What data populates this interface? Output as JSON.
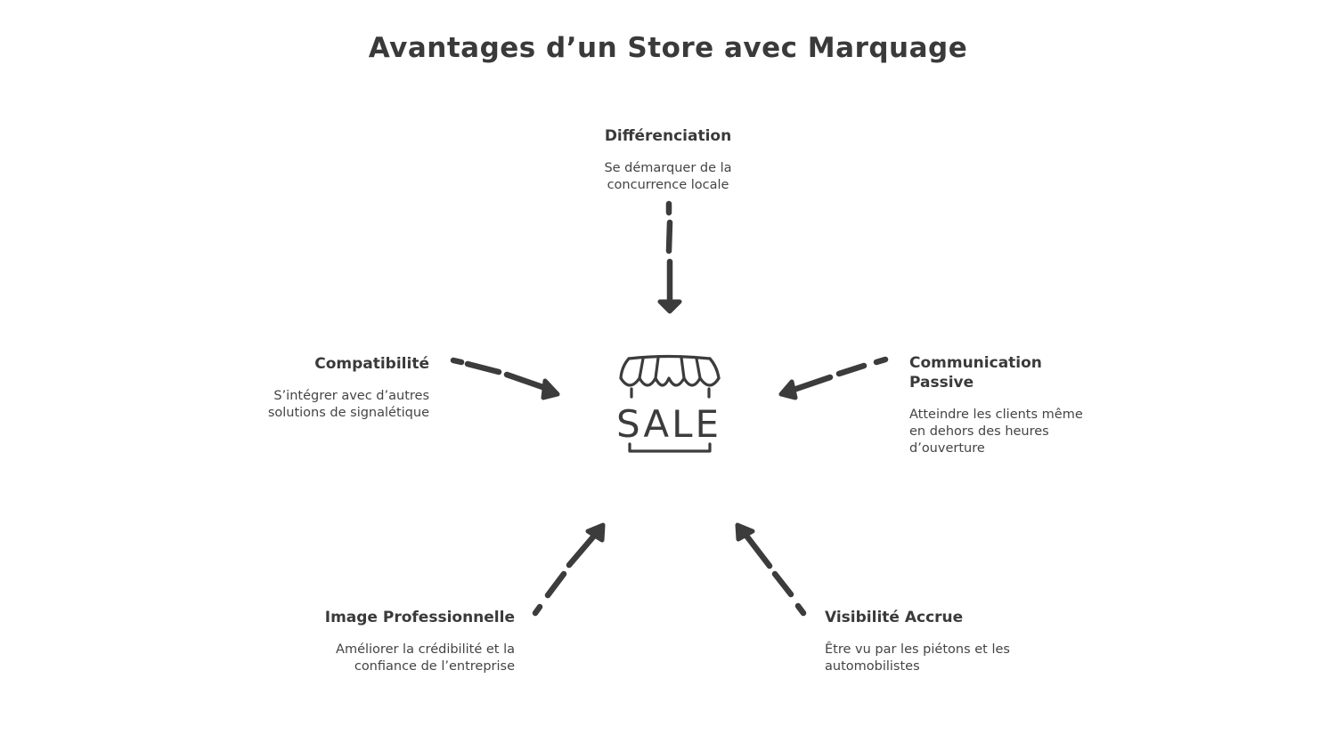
{
  "title": "Avantages d’un Store avec Marquage",
  "center_icon": {
    "icon": "storefront-sale-icon",
    "label": "SALE"
  },
  "nodes": [
    {
      "key": "differenciation",
      "title": "Différenciation",
      "description": "Se démarquer de la concurrence locale"
    },
    {
      "key": "compatibilite",
      "title": "Compatibilité",
      "description": "S’intégrer avec d’autres solutions de signalétique"
    },
    {
      "key": "communication",
      "title": "Communication Passive",
      "description": "Atteindre les clients même en dehors des heures d’ouverture"
    },
    {
      "key": "image",
      "title": "Image Professionnelle",
      "description": "Améliorer la crédibilité et la confiance de l’entreprise"
    },
    {
      "key": "visibilite",
      "title": "Visibilité Accrue",
      "description": "Être vu par les piétons et les automobilistes"
    }
  ],
  "colors": {
    "ink": "#3c3c3c",
    "background": "#ffffff"
  }
}
